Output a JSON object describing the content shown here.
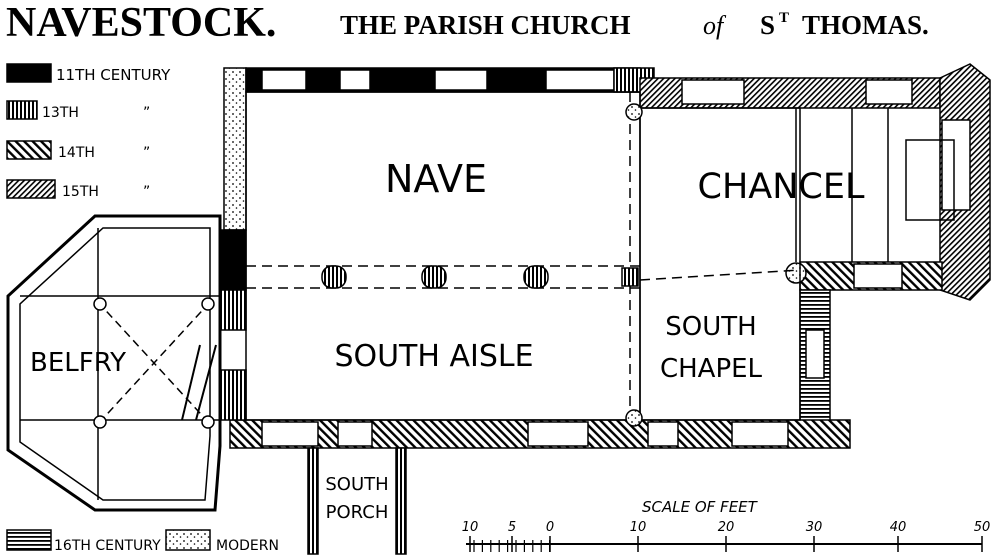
{
  "title": {
    "place": "NAVESTOCK.",
    "main": "THE PARISH CHURCH",
    "of": "of",
    "saint": "S",
    "saint_sup": "T",
    "thomas": "THOMAS."
  },
  "legend": {
    "c11": "11TH CENTURY",
    "c13": "13TH",
    "c14": "14TH",
    "c15": "15TH",
    "ditto": "”",
    "c16": "16TH CENTURY",
    "modern": "MODERN"
  },
  "rooms": {
    "nave": "NAVE",
    "chancel": "CHANCEL",
    "south_aisle": "SOUTH AISLE",
    "south_chapel_1": "SOUTH",
    "south_chapel_2": "CHAPEL",
    "belfry": "BELFRY",
    "south_porch_1": "SOUTH",
    "south_porch_2": "PORCH"
  },
  "scale": {
    "title": "SCALE OF FEET",
    "ticks": [
      "10",
      "5",
      "0",
      "10",
      "20",
      "30",
      "40",
      "50"
    ]
  }
}
